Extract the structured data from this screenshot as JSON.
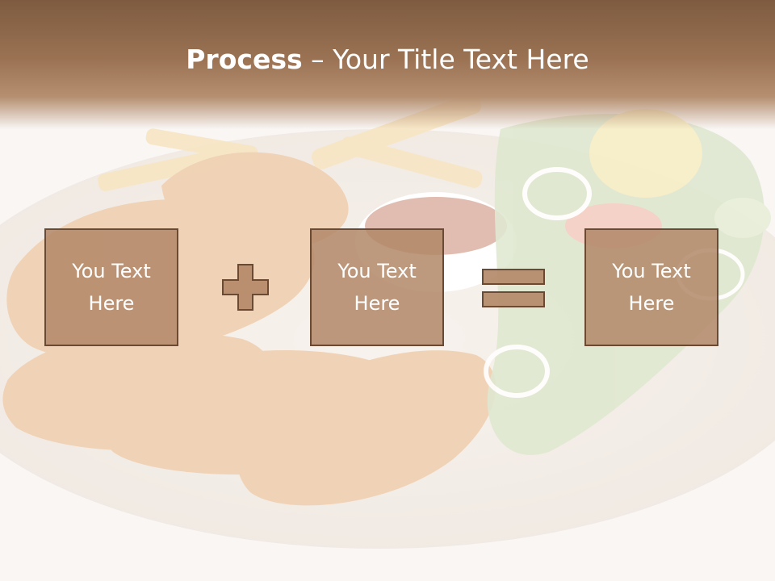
{
  "slide": {
    "title_bold": "Process",
    "title_separator": " – ",
    "title_rest": "Your Title Text Here",
    "steps": [
      {
        "label": "You Text\nHere"
      },
      {
        "label": "You Text\nHere"
      },
      {
        "label": "You Text\nHere"
      }
    ],
    "operators": [
      "plus-icon",
      "equals-icon"
    ]
  },
  "colors": {
    "header": "#7e5b40",
    "box_fill": "#b28767",
    "box_border": "#6b4a34",
    "text": "#ffffff"
  }
}
